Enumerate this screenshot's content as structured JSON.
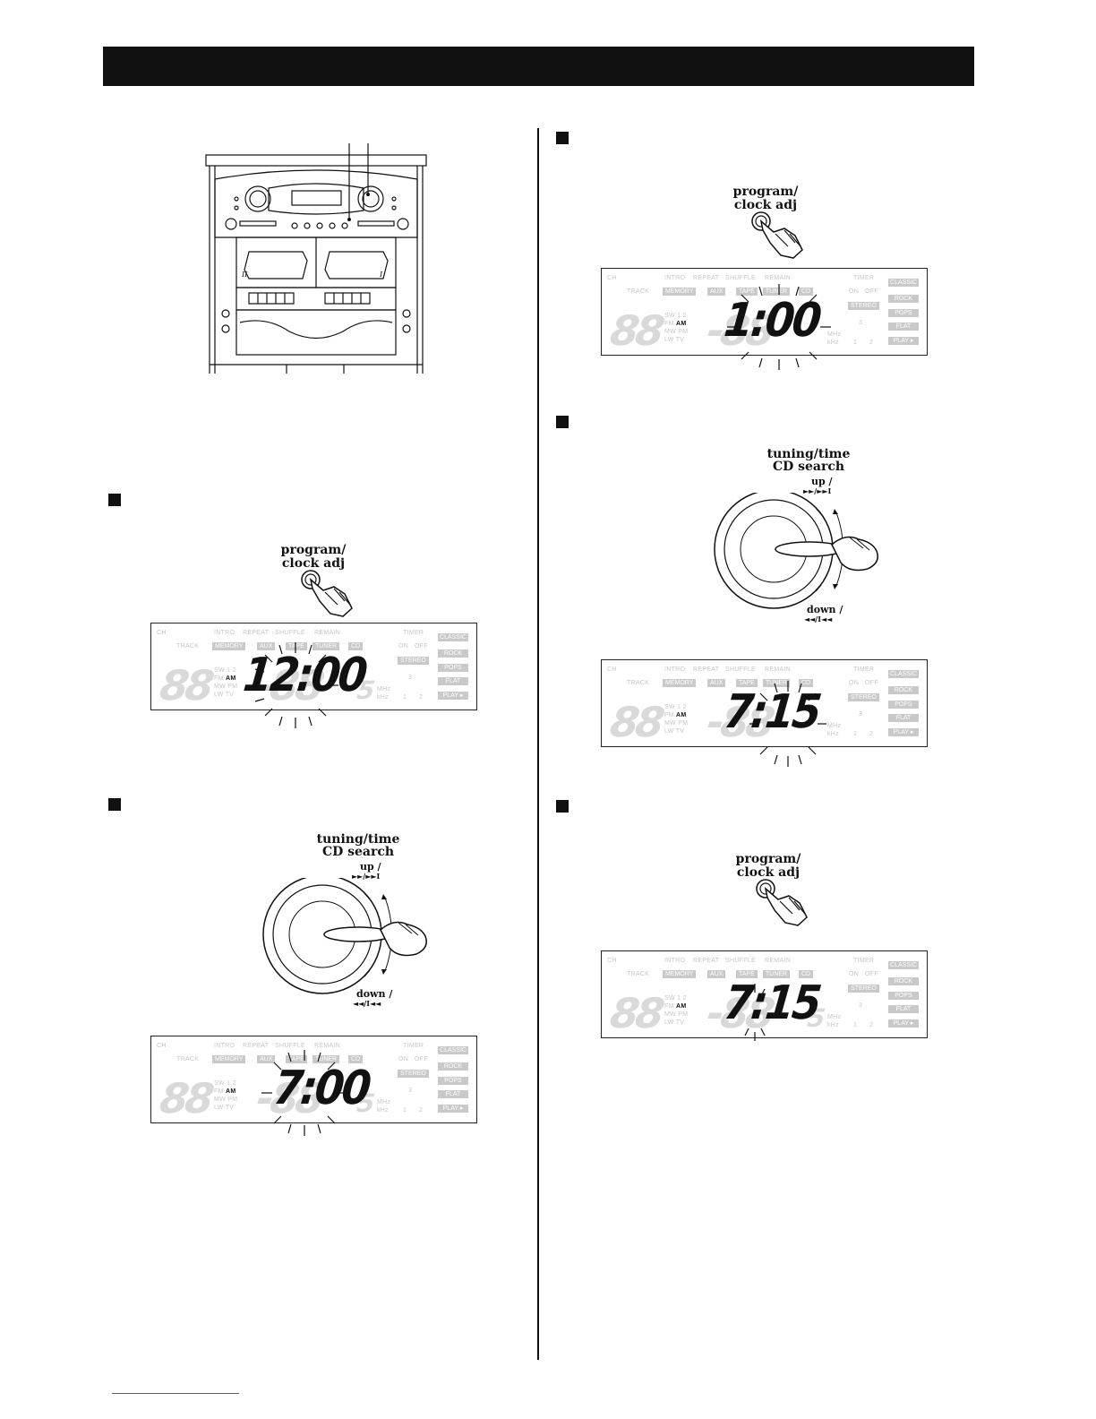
{
  "panel": {
    "lcd_labels": {
      "ch": "CH",
      "track": "TRACK",
      "intro": "INTRO",
      "repeat": "REPEAT",
      "shuffle": "SHUFFLE",
      "remain": "REMAIN",
      "timer": "TIMER",
      "on": "ON",
      "off": "OFF",
      "memory": "MEMORY",
      "aux": "AUX",
      "tape": "TAPE",
      "tuner": "TUNER",
      "cd": "CD",
      "stereo": "STEREO",
      "sw": "SW",
      "sw_nums": "1 2",
      "fm": "FM",
      "am": "AM",
      "mw": "MW",
      "pm": "PM",
      "lw": "LW",
      "tv": "TV",
      "mhz": "MHz",
      "khz": "kHz",
      "classic": "CLASSIC",
      "rock": "ROCK",
      "pops": "POPS",
      "flat": "FLAT",
      "play": "PLAY ▸",
      "ghost_digits": "88",
      "ghost_mid": "-88",
      "ghost_s": "5",
      "circle1": "1",
      "circle2": "2",
      "circle3": "3"
    },
    "program_button": {
      "line1": "program/",
      "line2": "clock adj"
    },
    "tuning_knob": {
      "line1": "tuning/time",
      "line2": "CD search",
      "up_label": "up /",
      "up_symbol": "►►/►►I",
      "down_label": "down /",
      "down_symbol": "◄◄/I◄◄"
    },
    "displays": {
      "left_1": "12:00",
      "left_2": "7:00",
      "right_1": "1:00",
      "right_2": "7:15",
      "right_3": "7:15"
    }
  }
}
